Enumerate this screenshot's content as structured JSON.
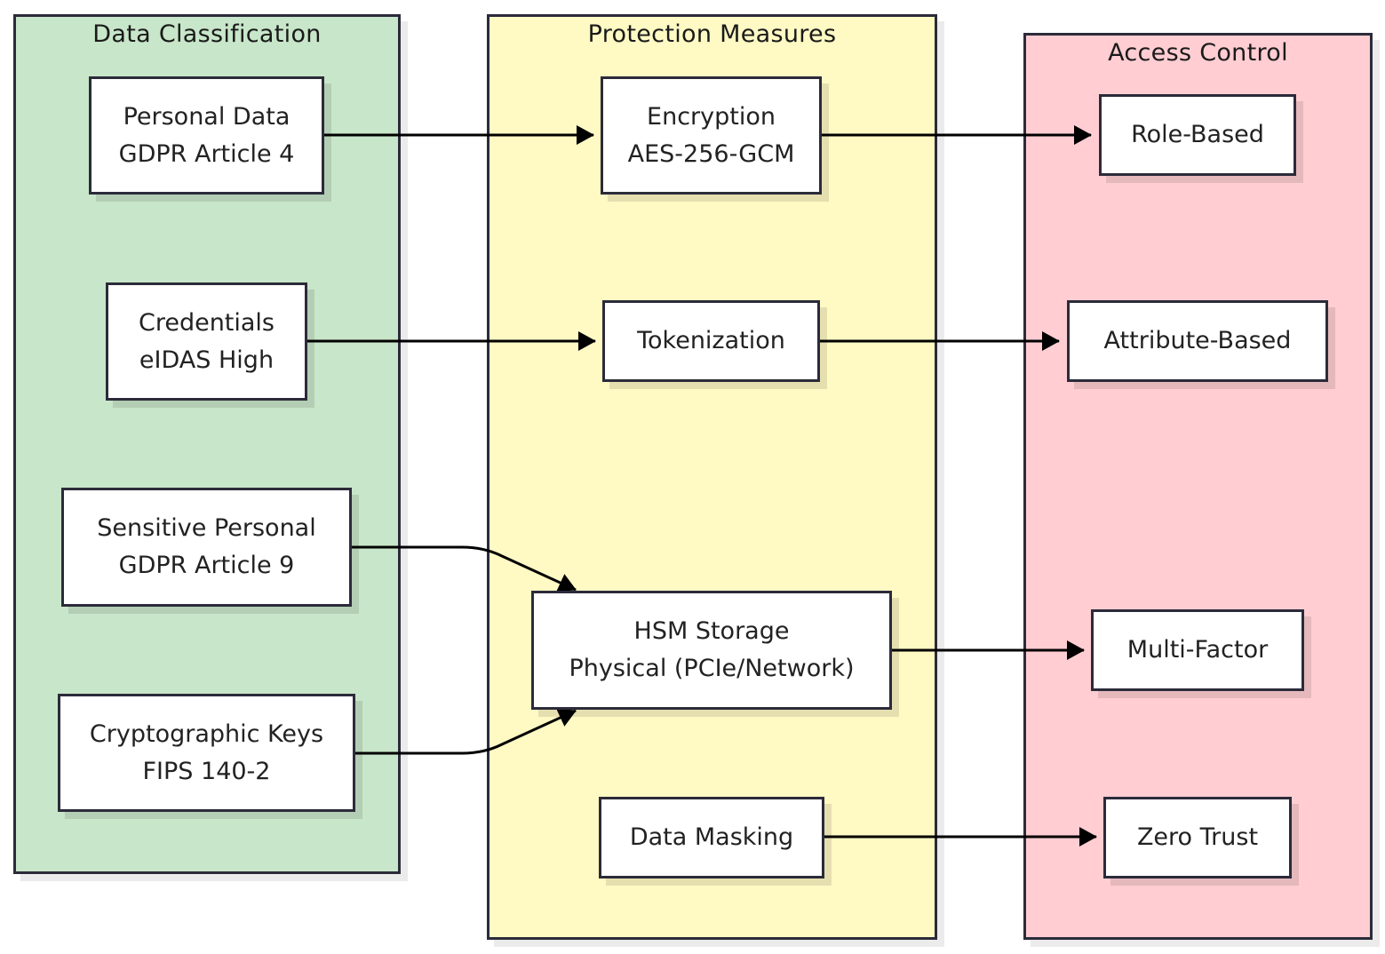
{
  "colors": {
    "classification_fill": "#c8e6c9",
    "protection_fill": "#fff9c4",
    "access_fill": "#ffcdd2",
    "border": "#2b2b3a",
    "edge": "#000000"
  },
  "groups": {
    "classification": {
      "title": "Data Classification"
    },
    "protection": {
      "title": "Protection Measures"
    },
    "access": {
      "title": "Access Control"
    }
  },
  "nodes": {
    "personal_data": {
      "line1": "Personal Data",
      "line2": "GDPR Article 4"
    },
    "credentials": {
      "line1": "Credentials",
      "line2": "eIDAS High"
    },
    "sensitive_personal": {
      "line1": "Sensitive Personal",
      "line2": "GDPR Article 9"
    },
    "cryptographic_keys": {
      "line1": "Cryptographic Keys",
      "line2": "FIPS 140-2"
    },
    "encryption": {
      "line1": "Encryption",
      "line2": "AES-256-GCM"
    },
    "tokenization": {
      "line1": "Tokenization"
    },
    "hsm_storage": {
      "line1": "HSM Storage",
      "line2": "Physical (PCIe/Network)"
    },
    "data_masking": {
      "line1": "Data Masking"
    },
    "role_based": {
      "line1": "Role-Based"
    },
    "attribute_based": {
      "line1": "Attribute-Based"
    },
    "multi_factor": {
      "line1": "Multi-Factor"
    },
    "zero_trust": {
      "line1": "Zero Trust"
    }
  },
  "edges": [
    {
      "from": "personal_data",
      "to": "encryption"
    },
    {
      "from": "credentials",
      "to": "tokenization"
    },
    {
      "from": "sensitive_personal",
      "to": "hsm_storage"
    },
    {
      "from": "cryptographic_keys",
      "to": "hsm_storage"
    },
    {
      "from": "encryption",
      "to": "role_based"
    },
    {
      "from": "tokenization",
      "to": "attribute_based"
    },
    {
      "from": "hsm_storage",
      "to": "multi_factor"
    },
    {
      "from": "data_masking",
      "to": "zero_trust"
    }
  ]
}
